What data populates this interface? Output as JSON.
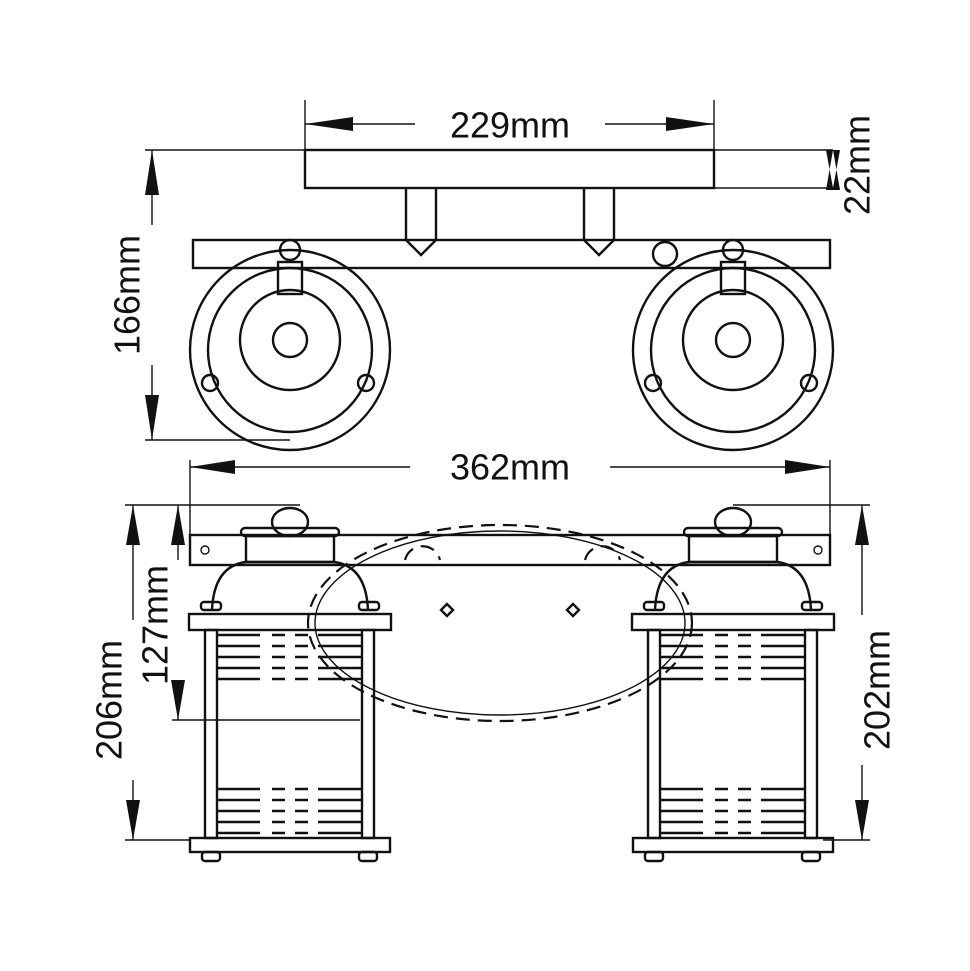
{
  "drawing": {
    "top_view": {
      "width_plate": "229mm",
      "plate_depth": "22mm",
      "total_depth": "166mm"
    },
    "front_view": {
      "total_width": "362mm",
      "total_height": "206mm",
      "backplate_height": "127mm",
      "lantern_height": "202mm"
    },
    "line_color": "#111111",
    "background": "#ffffff"
  }
}
